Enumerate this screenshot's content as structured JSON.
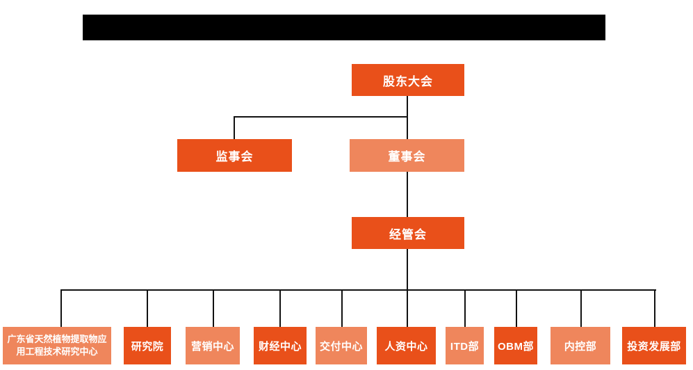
{
  "meta": {
    "accent_dark": "#E9501A",
    "accent_light": "#EF865C",
    "line_color": "#111111",
    "text_color": "#ffffff",
    "title_bar": "redacted-black-bar"
  },
  "org": {
    "root": {
      "label": "股东大会",
      "tone": "dark"
    },
    "level2": [
      {
        "label": "监事会",
        "tone": "dark"
      },
      {
        "label": "董事会",
        "tone": "light"
      }
    ],
    "level3": {
      "label": "经管会",
      "tone": "dark"
    },
    "departments": [
      {
        "label": "广东省天然植物提取物应用工程技术研究中心",
        "tone": "light"
      },
      {
        "label": "研究院",
        "tone": "dark"
      },
      {
        "label": "营销中心",
        "tone": "light"
      },
      {
        "label": "财经中心",
        "tone": "dark"
      },
      {
        "label": "交付中心",
        "tone": "light"
      },
      {
        "label": "人资中心",
        "tone": "dark"
      },
      {
        "label": "ITD部",
        "tone": "light"
      },
      {
        "label": "OBM部",
        "tone": "dark"
      },
      {
        "label": "内控部",
        "tone": "light"
      },
      {
        "label": "投资发展部",
        "tone": "dark"
      }
    ]
  }
}
